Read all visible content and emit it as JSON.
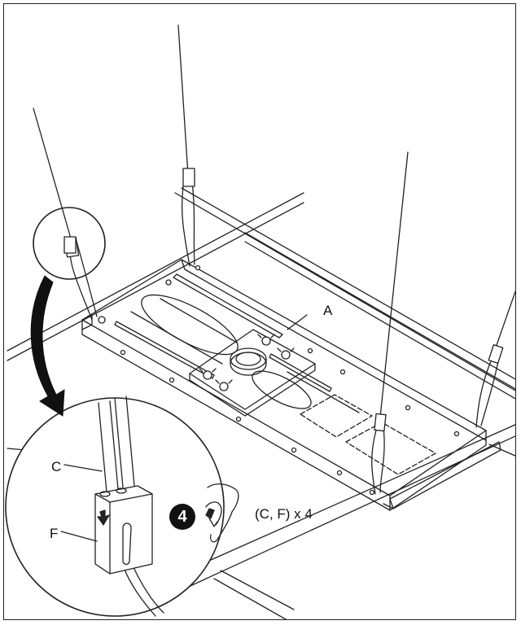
{
  "labels": {
    "part_a": "A",
    "part_c": "C",
    "part_f": "F",
    "step_number": "4",
    "quantity": "(C, F) x 4"
  },
  "colors": {
    "line": "#222222",
    "background": "#ffffff",
    "badge": "#111111"
  },
  "icons": {
    "hand": "hand-tightening-icon",
    "arrow": "curved-arrow-icon",
    "magnifier": "zoom-circle-icon"
  }
}
